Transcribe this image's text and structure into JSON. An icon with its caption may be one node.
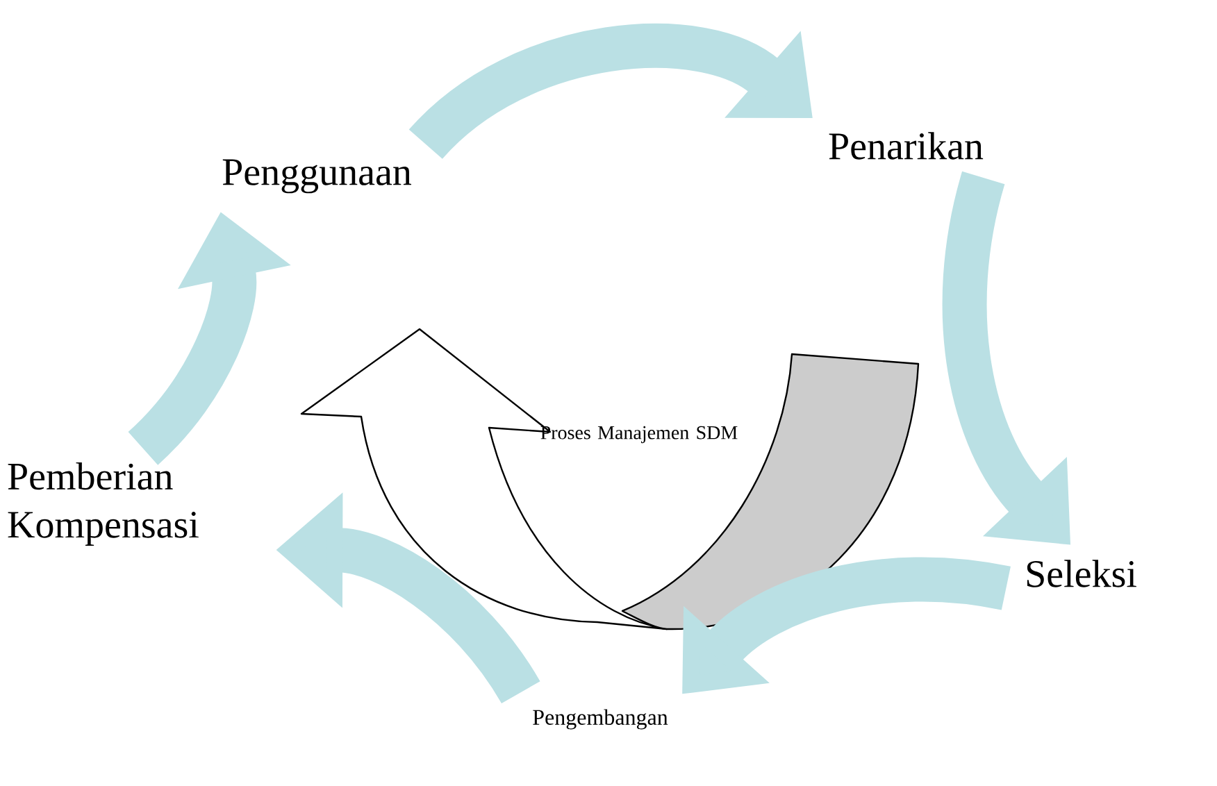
{
  "diagram": {
    "nodes": [
      {
        "text": [
          "Penggunaan"
        ]
      },
      {
        "text": [
          "Penarikan"
        ]
      },
      {
        "text": [
          "Seleksi"
        ]
      },
      {
        "text": [
          "Pengembangan"
        ]
      },
      {
        "text": [
          "Pemberian Kompensasi"
        ]
      }
    ],
    "edges": [
      {
        "from": 0,
        "to": 1,
        "arrow": "to"
      },
      {
        "from": 1,
        "to": 2,
        "arrow": "to"
      },
      {
        "from": 2,
        "to": 3,
        "arrow": "to"
      },
      {
        "from": 3,
        "to": 4,
        "arrow": "to"
      },
      {
        "from": 4,
        "to": 0,
        "arrow": "to"
      }
    ],
    "labels": [
      "Proses Manajemen SDM"
    ]
  }
}
